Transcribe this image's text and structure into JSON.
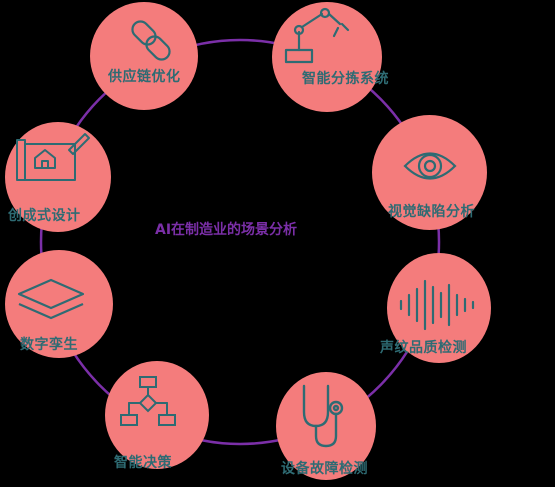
{
  "title": "AI在制造业的场景分析",
  "nodes": [
    {
      "label": "供应链优化",
      "icon": "chain-link-icon"
    },
    {
      "label": "智能分拣系统",
      "icon": "robot-arm-icon"
    },
    {
      "label": "视觉缺陷分析",
      "icon": "eye-icon"
    },
    {
      "label": "声纹品质检测",
      "icon": "sound-wave-icon"
    },
    {
      "label": "设备故障检测",
      "icon": "stethoscope-icon"
    },
    {
      "label": "智能决策",
      "icon": "flowchart-icon"
    },
    {
      "label": "数字孪生",
      "icon": "layers-icon"
    },
    {
      "label": "创成式设计",
      "icon": "blueprint-pencil-icon"
    }
  ],
  "colors": {
    "circle": "#F47C7C",
    "ring": "#7B2FA8",
    "label": "#2e6b73",
    "title": "#7B2FA8",
    "background": "#000000"
  }
}
